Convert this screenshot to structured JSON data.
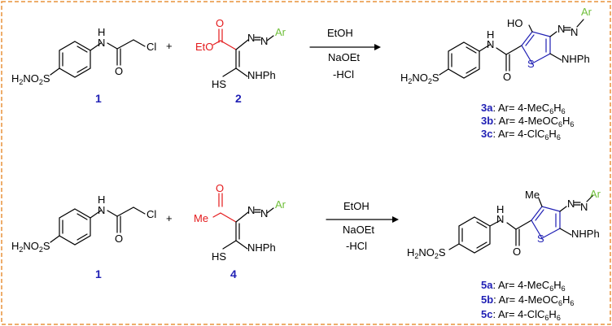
{
  "frame_color": "#e8923a",
  "scheme1": {
    "c1": {
      "label": "1",
      "nh": "H",
      "n": "N",
      "o": "O",
      "cl": "Cl",
      "sulfonamide": "H2NO2S"
    },
    "plus": "+",
    "c2": {
      "label": "2",
      "eto": "EtO",
      "o": "O",
      "n1": "N",
      "n2": "N",
      "ar": "Ar",
      "sh": "HS",
      "nhph": "NHPh"
    },
    "conditions": [
      "EtOH",
      "NaOEt",
      "-HCl"
    ],
    "product": {
      "oh": "HO",
      "n1": "N",
      "n2": "N",
      "ar": "Ar",
      "nh": "H",
      "n": "N",
      "o": "O",
      "s": "S",
      "nhph": "NHPh",
      "sulfonamide": "H2NO2S"
    },
    "variants": [
      {
        "id": "3a",
        "text": ": Ar= 4-MeC6H6"
      },
      {
        "id": "3b",
        "text": ": Ar= 4-MeOC6H6"
      },
      {
        "id": "3c",
        "text": ": Ar= 4-ClC6H6"
      }
    ]
  },
  "scheme2": {
    "c1": {
      "label": "1",
      "nh": "H",
      "n": "N",
      "o": "O",
      "cl": "Cl",
      "sulfonamide": "H2NO2S"
    },
    "plus": "+",
    "c4": {
      "label": "4",
      "me": "Me",
      "o": "O",
      "n1": "N",
      "n2": "N",
      "ar": "Ar",
      "sh": "HS",
      "nhph": "NHPh"
    },
    "conditions": [
      "EtOH",
      "NaOEt",
      "-HCl"
    ],
    "product": {
      "me": "Me",
      "n1": "N",
      "n2": "N",
      "ar": "Ar",
      "nh": "H",
      "n": "N",
      "o": "O",
      "s": "S",
      "nhph": "NHPh",
      "sulfonamide": "H2NO2S"
    },
    "variants": [
      {
        "id": "5a",
        "text": ": Ar= 4-MeC6H6"
      },
      {
        "id": "5b",
        "text": ": Ar= 4-MeOC6H6"
      },
      {
        "id": "5c",
        "text": ": Ar= 4-ClC6H6"
      }
    ]
  }
}
